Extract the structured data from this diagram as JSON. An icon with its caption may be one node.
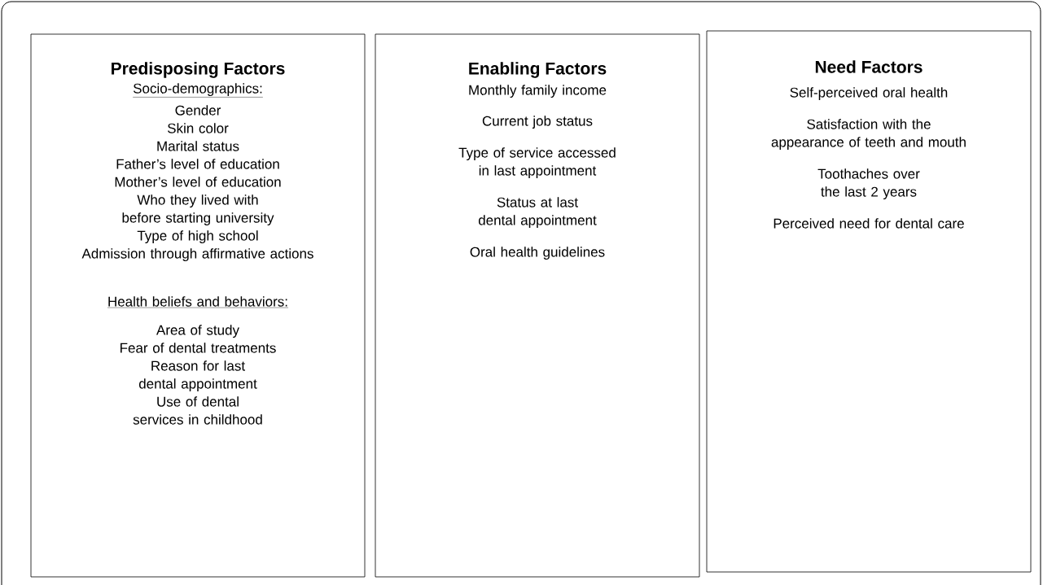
{
  "diagram": {
    "nodes": [
      {
        "text": [
          "Predisposing Factors",
          "Socio-demographics:",
          "Gender",
          "Skin color",
          "Marital status",
          "Father’s level of education",
          "Mother’s level of education",
          "Who they lived with before starting university",
          "Type of high school",
          "Admission through affirmative actions",
          "Health beliefs and behaviors:",
          "Area of study",
          "Fear of dental treatments",
          "Reason for last dental appointment",
          "Use of dental services in childhood"
        ]
      },
      {
        "text": [
          "Enabling Factors",
          "Monthly family income",
          "Current job status",
          "Type of service accessed in last appointment",
          "Status at last dental appointment",
          "Oral health guidelines"
        ]
      },
      {
        "text": [
          "Need Factors",
          "Self-perceived oral health",
          "Satisfaction with the appearance of teeth and mouth",
          "Toothaches over the last 2 years",
          "Perceived need for dental care"
        ]
      }
    ]
  }
}
